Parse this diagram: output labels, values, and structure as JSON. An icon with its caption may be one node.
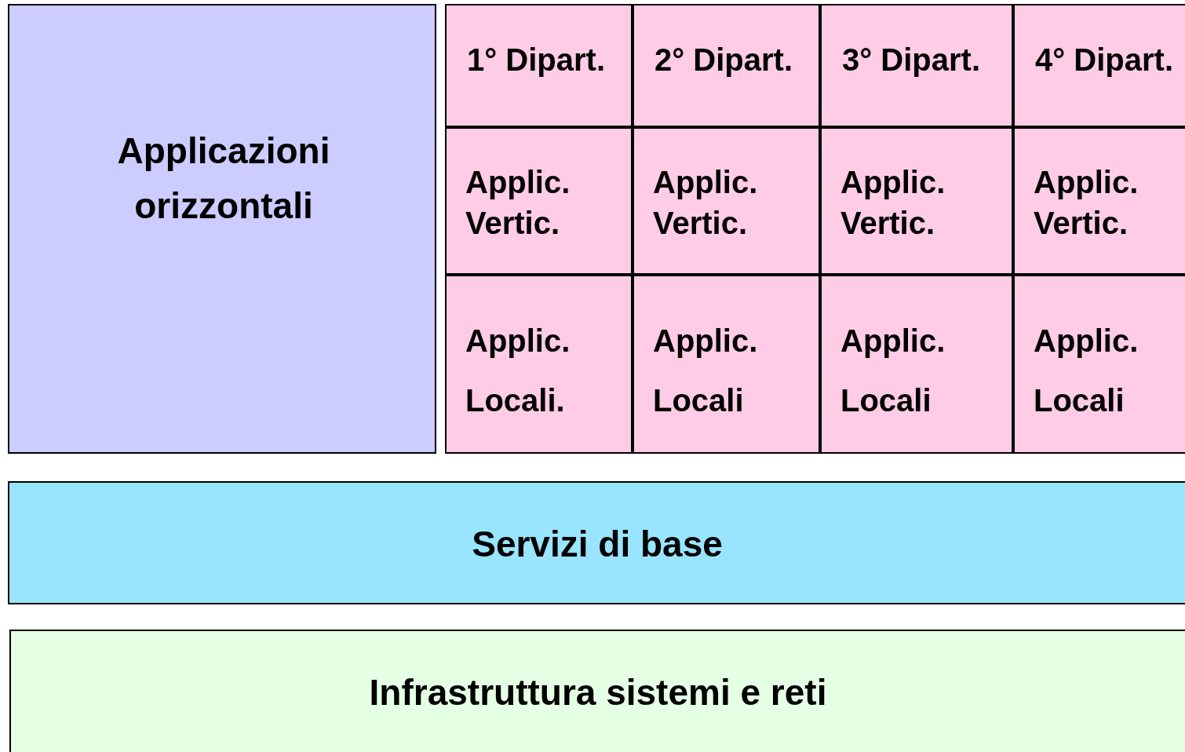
{
  "diagram": {
    "nodes": [
      {
        "text": [
          "Applicazioni orizzontali"
        ]
      },
      {
        "text": [
          "1° Dipart."
        ]
      },
      {
        "text": [
          "2° Dipart."
        ]
      },
      {
        "text": [
          "3° Dipart."
        ]
      },
      {
        "text": [
          "4° Dipart."
        ]
      },
      {
        "text": [
          "Applic. Vertic."
        ]
      },
      {
        "text": [
          "Applic. Vertic."
        ]
      },
      {
        "text": [
          "Applic. Vertic."
        ]
      },
      {
        "text": [
          "Applic. Vertic."
        ]
      },
      {
        "text": [
          "Applic. Locali."
        ]
      },
      {
        "text": [
          "Applic. Locali"
        ]
      },
      {
        "text": [
          "Applic. Locali"
        ]
      },
      {
        "text": [
          "Applic. Locali"
        ]
      },
      {
        "text": [
          "Servizi di base"
        ]
      },
      {
        "text": [
          "Infrastruttura sistemi e reti"
        ]
      }
    ]
  }
}
